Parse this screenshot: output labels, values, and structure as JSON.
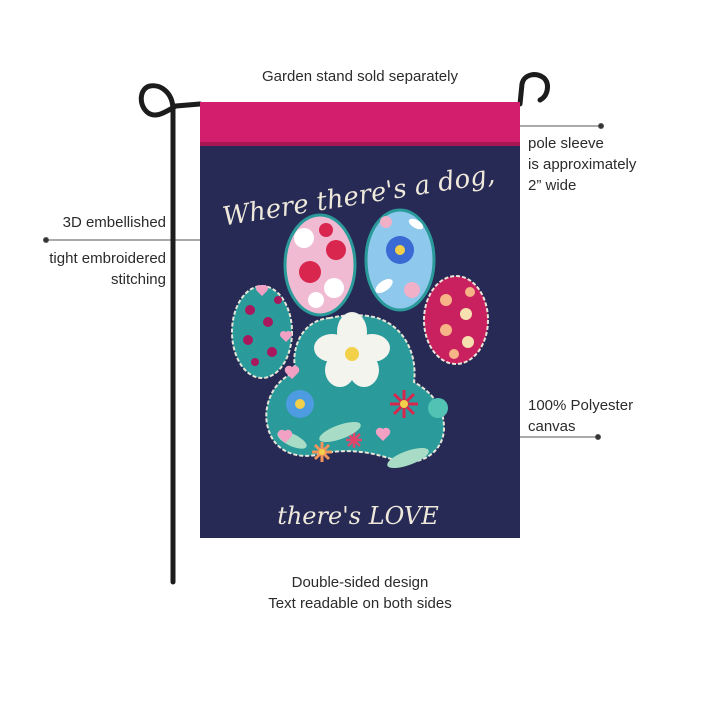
{
  "annotations": {
    "top": "Garden stand sold separately",
    "pole_sleeve": [
      "pole sleeve",
      "is approximately",
      "2” wide"
    ],
    "embellished": "3D embellished",
    "stitching": [
      "tight embroidered",
      "stitching"
    ],
    "material": [
      "100% Polyester",
      "canvas"
    ],
    "bottom": [
      "Double-sided design",
      "Text readable on both sides"
    ]
  },
  "flag": {
    "line1": "Where there's a dog,",
    "line2": "there's LOVE",
    "colors": {
      "background": "#262a55",
      "sleeve": "#d21e6c",
      "paw": "#2a9a9a",
      "toe_pink": "#c9205f",
      "text": "#efe9dc"
    }
  }
}
